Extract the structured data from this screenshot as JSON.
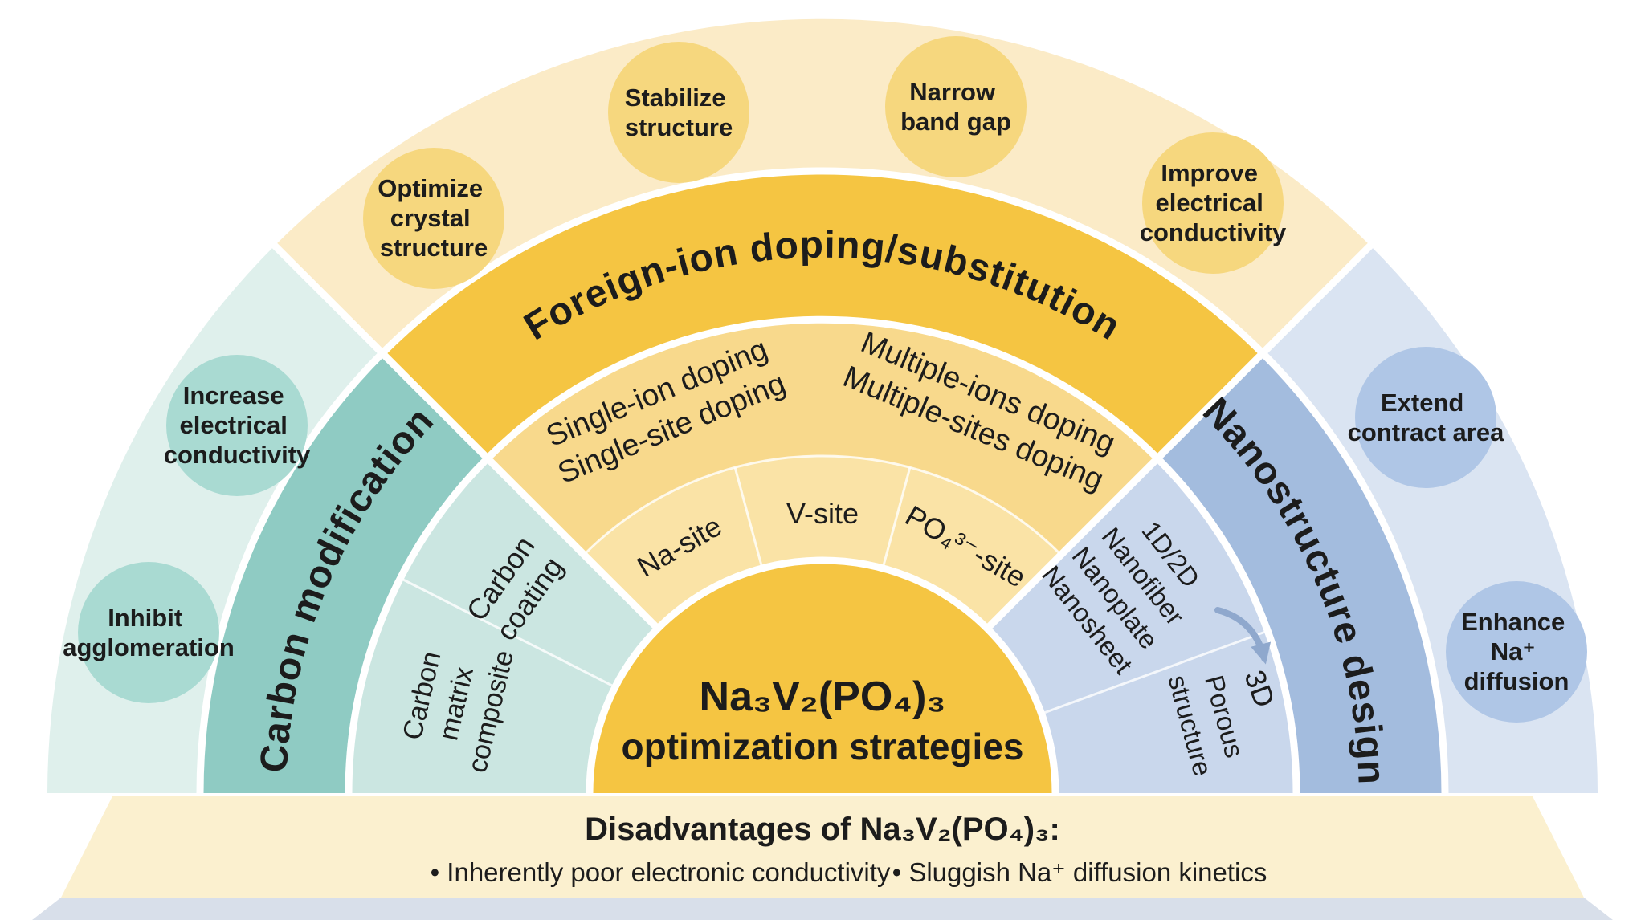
{
  "palette": {
    "gold": "#F5C542",
    "gold_ring_outer": "#F8D98C",
    "gold_ring_inner": "#FAE3A6",
    "gold_pale": "#FBEBC7",
    "gold_circle": "#F6D77E",
    "teal_band": "#8FCBC3",
    "teal_ring": "#CBE6E1",
    "teal_pale": "#DFF0EC",
    "teal_circle": "#A9DAD2",
    "blue_band": "#A3BCDE",
    "blue_ring": "#C9D7EC",
    "blue_pale": "#DAE4F2",
    "blue_circle": "#AFC6E6",
    "footer_band": "#FBF0CF",
    "footer_strip": "#D8DFEA",
    "arrow": "#8FA8CD",
    "text": "#1C1C1C"
  },
  "hub": {
    "line1": "Na₃V₂(PO₄)₃",
    "line2": "optimization strategies"
  },
  "carbon": {
    "title": "Carbon modification",
    "coating": {
      "line1": "Carbon",
      "line2": "coating"
    },
    "matrix": {
      "line1": "Carbon",
      "line2": "matrix",
      "line3": "composite"
    },
    "benefit1": {
      "line1": "Increase",
      "line2": "electrical",
      "line3": "conductivity"
    },
    "benefit2": {
      "line1": "Inhibit",
      "line2": "agglomeration"
    }
  },
  "doping": {
    "title": "Foreign-ion doping/substitution",
    "single": {
      "line1": "Single-ion doping",
      "line2": "Single-site doping"
    },
    "multiple": {
      "line1": "Multiple-ions doping",
      "line2": "Multiple-sites doping"
    },
    "site1": "Na-site",
    "site2": "V-site",
    "site3": "PO₄³⁻-site",
    "benefit1": {
      "line1": "Optimize",
      "line2": "crystal",
      "line3": "structure"
    },
    "benefit2": {
      "line1": "Stabilize",
      "line2": "structure"
    },
    "benefit3": {
      "line1": "Narrow",
      "line2": "band gap"
    },
    "benefit4": {
      "line1": "Improve",
      "line2": "electrical",
      "line3": "conductivity"
    }
  },
  "nano": {
    "title": "Nanostructure design",
    "dim1": "1D/2D",
    "dim2": "Nanofiber",
    "dim3": "Nanoplate",
    "dim4": "Nanosheet",
    "d3": "3D",
    "porous": {
      "line1": "Porous",
      "line2": "structure"
    },
    "benefit1": {
      "line1": "Extend",
      "line2": "contract area"
    },
    "benefit2": {
      "line1": "Enhance",
      "line2": "Na⁺",
      "line3": "diffusion"
    }
  },
  "footer": {
    "title": "Disadvantages of Na₃V₂(PO₄)₃:",
    "bullet1": "•  Inherently poor electronic conductivity",
    "bullet2": "•  Sluggish Na⁺ diffusion kinetics"
  }
}
